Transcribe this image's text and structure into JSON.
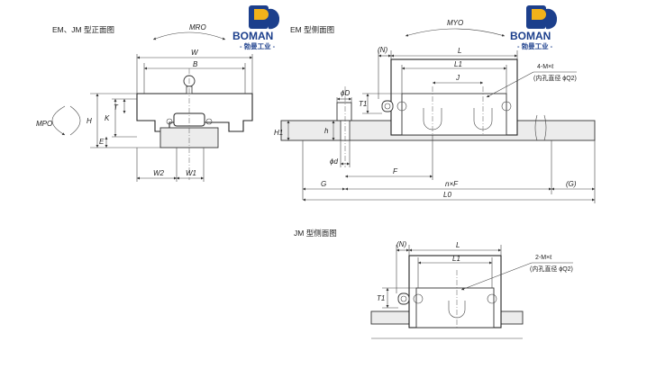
{
  "brand": {
    "name": "BOMAN",
    "subtitle": "- 勃曼工业 -",
    "colors": {
      "primary": "#1c3f8c",
      "accent": "#f2b21a"
    }
  },
  "views": {
    "front": {
      "title": "EM、JM 型正面图",
      "labels": {
        "moment_roll": "MRO",
        "moment_pitch": "MPO",
        "W": "W",
        "B": "B",
        "T": "T",
        "K": "K",
        "H": "H",
        "E": "E",
        "W2": "W2",
        "W1": "W1"
      }
    },
    "side_em": {
      "title": "EM 型侧面图",
      "labels": {
        "moment_yaw": "MYO",
        "N": "(N)",
        "L": "L",
        "L1": "L1",
        "J": "J",
        "tap": "4-M×ℓ",
        "tap_note": "(内孔直径 ϕQ2)",
        "T1": "T1",
        "phiD": "ϕD",
        "h": "h",
        "H1": "H1",
        "phid": "ϕd",
        "F": "F",
        "G": "G",
        "nF": "n×F",
        "G2": "(G)",
        "L0": "L0"
      }
    },
    "side_jm": {
      "title": "JM 型侧面图",
      "labels": {
        "N": "(N)",
        "L": "L",
        "L1": "L1",
        "tap": "2-M×ℓ",
        "tap_note": "(内孔直径 ϕQ2)",
        "T1": "T1"
      }
    }
  }
}
